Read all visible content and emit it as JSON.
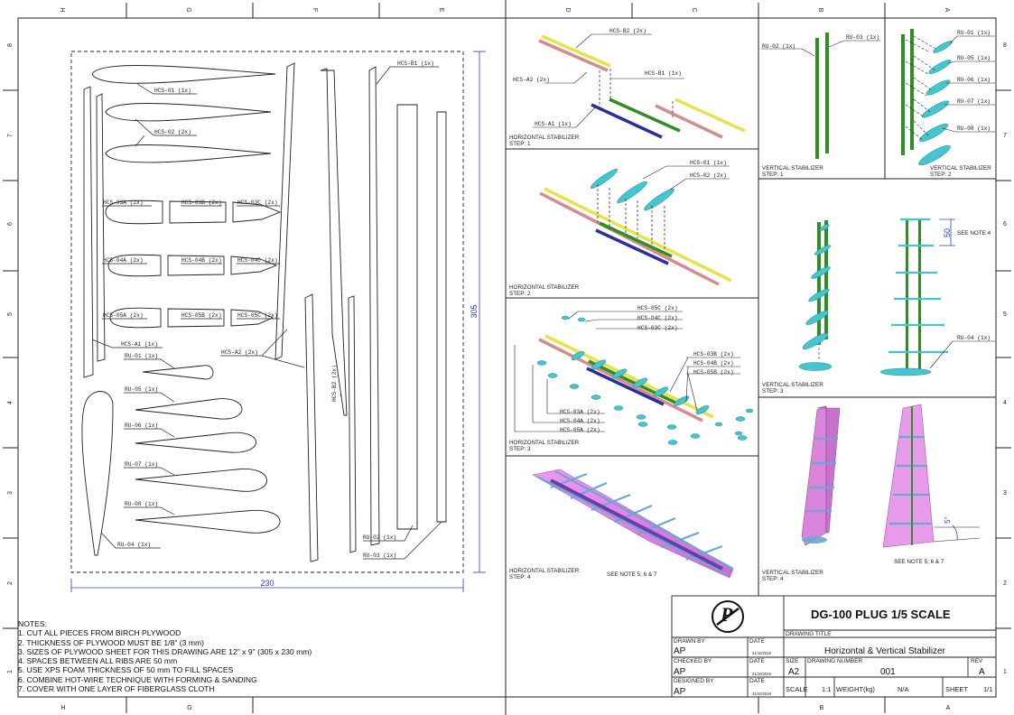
{
  "border": {
    "columns_top": [
      "H",
      "G",
      "F",
      "E",
      "D",
      "C",
      "B",
      "A"
    ],
    "columns_bottom": [
      "H",
      "G",
      "B",
      "A"
    ],
    "rows": [
      "8",
      "7",
      "6",
      "5",
      "4",
      "3",
      "2",
      "1"
    ]
  },
  "parts": {
    "hcs01": "HCS-01 (1x)",
    "hcs02": "HCS-02 (2x)",
    "hcs03a": "HCS-03A (2x)",
    "hcs03b": "HCS-03B (2x)",
    "hcs03c": "HCS-03C (2x)",
    "hcs04a": "HCS-04A (2x)",
    "hcs04b": "HCS-04B (2x)",
    "hcs04c": "HCS-04C (2x)",
    "hcs05a": "HCS-05A (2x)",
    "hcs05b": "HCS-05B (2x)",
    "hcs05c": "HCS-05C (2x)",
    "hcsa1": "HCS-A1 (1x)",
    "hcsa2": "HCS-A2 (2x)",
    "hcsb1": "HCS-B1 (1x)",
    "hcsb2": "HCS-B2 (2x)",
    "ru01": "RU-01 (1x)",
    "ru02": "RU-02 (1x)",
    "ru03": "RU-03 (1x)",
    "ru04": "RU-04 (1x)",
    "ru05": "RU-05 (1x)",
    "ru06": "RU-06 (1x)",
    "ru07": "RU-07 (1x)",
    "ru08": "RU-08 (1x)"
  },
  "dimensions": {
    "height": "305",
    "width": "230",
    "spacing": "50",
    "angle": "5°"
  },
  "steps": {
    "hs1": [
      "HORIZONTAL STABILIZER",
      "STEP: 1"
    ],
    "hs2": [
      "HORIZONTAL STABILIZER",
      "STEP: 2"
    ],
    "hs3": [
      "HORIZONTAL STABILIZER",
      "STEP: 3"
    ],
    "hs4": [
      "HORIZONTAL STABILIZER",
      "STEP: 4"
    ],
    "vs1": [
      "VERTICAL STABILIZER",
      "STEP: 1"
    ],
    "vs2": [
      "VERTICAL STABILIZER",
      "STEP: 2"
    ],
    "vs3": [
      "VERTICAL STABILIZER",
      "STEP: 3"
    ],
    "vs4": [
      "VERTICAL STABILIZER",
      "STEP: 4"
    ]
  },
  "see_notes": {
    "note4": "SEE NOTE 4",
    "notes567": "SEE NOTE 5; 6 & 7"
  },
  "notes": [
    "NOTES:",
    "1. CUT ALL PIECES FROM BIRCH PLYWOOD",
    "2. THICKNESS OF PLYWOOD MUST BE 1/8\" (3 mm)",
    "3. SIZES OF PLYWOOD SHEET FOR THIS DRAWING ARE 12\" x 9\" (305 x 230 mm)",
    "4. SPACES BETWEEN ALL RIBS ARE 50 mm",
    "5. USE XPS FOAM THICKNESS OF 50 mm TO FILL SPACES",
    "6. COMBINE HOT-WIRE TECHNIQUE WITH FORMING & SANDING",
    "7. COVER WITH ONE LAYER OF FIBERGLASS CLOTH"
  ],
  "title_block": {
    "main_title": "DG-100 PLUG 1/5 SCALE",
    "drawing_title_label": "DRAWING TITLE",
    "drawing_title": "Horizontal & Vertical Stabilizer",
    "drawn_by_label": "DRAWN BY",
    "drawn_by": "AP",
    "checked_by_label": "CHECKED BY",
    "checked_by": "AP",
    "designed_by_label": "DESIGNED BY",
    "designed_by": "AP",
    "date_label": "DATE",
    "date": "31/10/2019",
    "size_label": "SIZE",
    "size": "A2",
    "drawing_number_label": "DRAWING NUMBER",
    "drawing_number": "001",
    "rev_label": "REV",
    "rev": "A",
    "scale_label": "SCALE",
    "scale": "1:1",
    "weight_label": "WEIGHT(kg)",
    "weight": "N/A",
    "sheet_label": "SHEET",
    "sheet": "1/1",
    "logo_letter": "P"
  },
  "colors": {
    "yellow": "#e8e24a",
    "salmon": "#d98a8a",
    "green": "#2f8f22",
    "navy": "#2b2f9e",
    "cyan": "#43c6cf",
    "magenta": "#e070e4",
    "dim": "#2a3fbf"
  }
}
